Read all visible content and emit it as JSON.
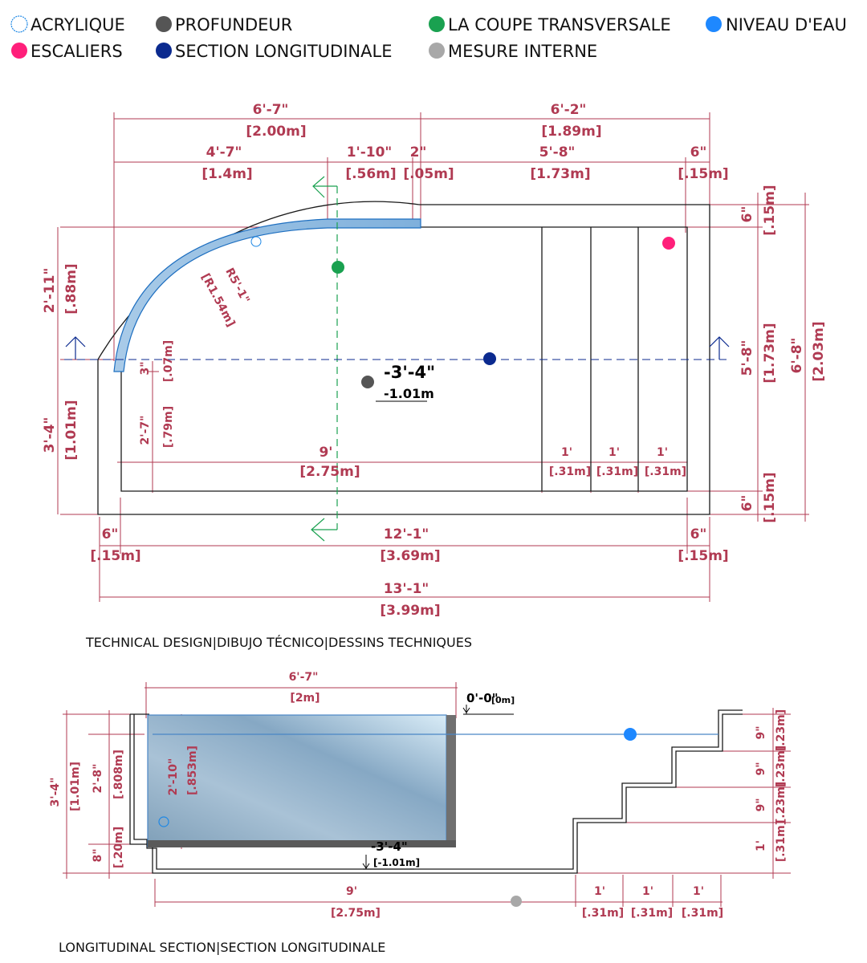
{
  "legend": {
    "acrylic": "ACRYLIQUE",
    "depth": "PROFUNDEUR",
    "cross_section": "LA COUPE TRANSVERSALE",
    "water_level": "NIVEAU D'EAU",
    "stairs": "ESCALIERS",
    "long_section": "SECTION LONGITUDINALE",
    "internal_measure": "MESURE INTERNE"
  },
  "colors": {
    "acrylic": "#1e88e5",
    "depth": "#555555",
    "cross_section": "#1aa150",
    "water_level": "#1e88ff",
    "stairs": "#ff1f7a",
    "long_section": "#0b2a8f",
    "internal_measure": "#a8a8a8",
    "dimension": "#b03a52"
  },
  "plan": {
    "top_left": {
      "imp": "6'-7\"",
      "met": "[2.00m]"
    },
    "top_right": {
      "imp": "6'-2\"",
      "met": "[1.89m]"
    },
    "row2_a": {
      "imp": "4'-7\"",
      "met": "[1.4m]"
    },
    "row2_b": {
      "imp": "1'-10\"",
      "met": "[.56m]"
    },
    "row2_c": {
      "imp": "2\"",
      "met": "[.05m]"
    },
    "row2_d": {
      "imp": "5'-8\"",
      "met": "[1.73m]"
    },
    "row2_e": {
      "imp": "6\"",
      "met": "[.15m]"
    },
    "radius": {
      "imp": "R5'-1\"",
      "met": "[R1.54m]"
    },
    "left_upper": {
      "imp": "2'-11\"",
      "met": "[.88m]"
    },
    "left_lower": {
      "imp": "3'-4\"",
      "met": "[1.01m]"
    },
    "inner_small": {
      "imp": "3\"",
      "met": "[.07m]"
    },
    "inner_mid": {
      "imp": "2'-7\"",
      "met": "[.79m]"
    },
    "depth": {
      "imp": "-3'-4\"",
      "met": "-1.01m"
    },
    "floor": {
      "imp": "9'",
      "met": "[2.75m]"
    },
    "step1": {
      "imp": "1'",
      "met": "[.31m]"
    },
    "step2": {
      "imp": "1'",
      "met": "[.31m]"
    },
    "step3": {
      "imp": "1'",
      "met": "[.31m]"
    },
    "right_top": {
      "imp": "6\"",
      "met": "[.15m]"
    },
    "right_mid": {
      "imp": "5'-8\"",
      "met": "[1.73m]"
    },
    "right_total": {
      "imp": "6'-8\"",
      "met": "[2.03m]"
    },
    "right_bottom": {
      "imp": "6\"",
      "met": "[.15m]"
    },
    "bottom_left": {
      "imp": "6\"",
      "met": "[.15m]"
    },
    "bottom_mid": {
      "imp": "12'-1\"",
      "met": "[3.69m]"
    },
    "bottom_right": {
      "imp": "6\"",
      "met": "[.15m]"
    },
    "total": {
      "imp": "13'-1\"",
      "met": "[3.99m]"
    }
  },
  "caption_plan": "TECHNICAL DESIGN|DIBUJO TÉCNICO|DESSINS TECHNIQUES",
  "section": {
    "window": {
      "imp": "6'-7\"",
      "met": "[2m]"
    },
    "top_level": {
      "imp": "0'-0\"",
      "met": "[0m]"
    },
    "left_total": {
      "imp": "3'-4\"",
      "met": "[1.01m]"
    },
    "left_water": {
      "imp": "2'-8\"",
      "met": "[.808m]"
    },
    "left_bottom": {
      "imp": "8\"",
      "met": "[.20m]"
    },
    "window_height": {
      "imp": "2'-10\"",
      "met": "[.853m]"
    },
    "depth": {
      "imp": "-3'-4\"",
      "met": "[-1.01m]"
    },
    "floor": {
      "imp": "9'",
      "met": "[2.75m]"
    },
    "step1": {
      "imp": "1'",
      "met": "[.31m]"
    },
    "step2": {
      "imp": "1'",
      "met": "[.31m]"
    },
    "step3": {
      "imp": "1'",
      "met": "[.31m]"
    },
    "rise1": {
      "imp": "9\"",
      "met": "[.23m]"
    },
    "rise2": {
      "imp": "9\"",
      "met": "[.23m]"
    },
    "rise3": {
      "imp": "9\"",
      "met": "[.23m]"
    },
    "rise4": {
      "imp": "1'",
      "met": "[.31m]"
    }
  },
  "caption_section": "LONGITUDINAL SECTION|SECTION LONGITUDINALE"
}
